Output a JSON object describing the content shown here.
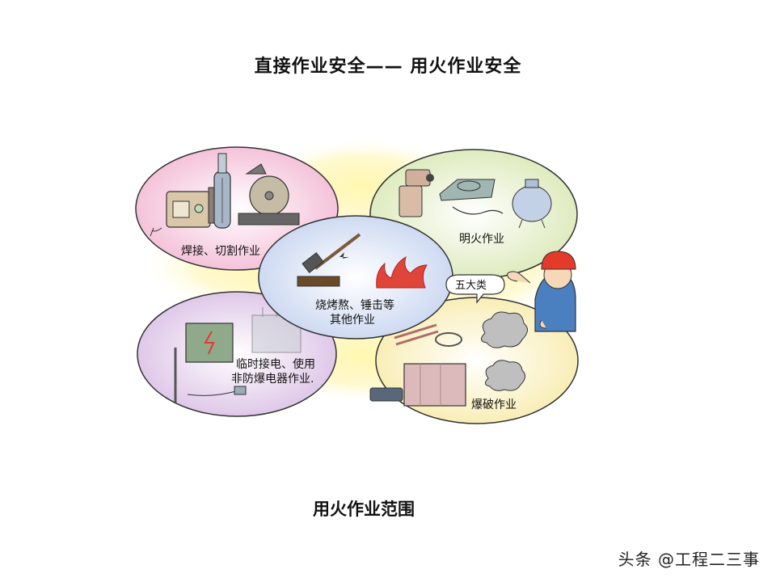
{
  "title": "直接作业安全—— 用火作业安全",
  "caption": "用火作业范围",
  "watermark": "头条 @工程二三事",
  "speech_bubble": "五大类",
  "categories": {
    "welding": "焊接、切割作业",
    "open_flame": "明火作业",
    "baking": [
      "烧烤熬、锤击等",
      "其他作业"
    ],
    "temp_power": [
      "临时接电、使用",
      "非防爆电器作业."
    ],
    "blasting": "爆破作业"
  },
  "colors": {
    "outline": "#333333",
    "pink": "#f6cfe2",
    "green": "#e7efd0",
    "blue": "#dfe6f5",
    "purple": "#e6d4ec",
    "yellow": "#fbf3c8",
    "glow": "#fff4a8",
    "worker_helmet": "#e53a2a",
    "worker_shirt": "#4a7fc0"
  },
  "icons": [
    "welding-machine-icon",
    "gas-cylinder-icon",
    "cutoff-saw-icon",
    "blowtorch-icon",
    "electric-stove-icon",
    "pressure-tank-icon",
    "hammer-icon",
    "fire-icon",
    "electric-box-icon",
    "transformer-icon",
    "explosives-icon",
    "smoke-icon",
    "worker-icon"
  ]
}
